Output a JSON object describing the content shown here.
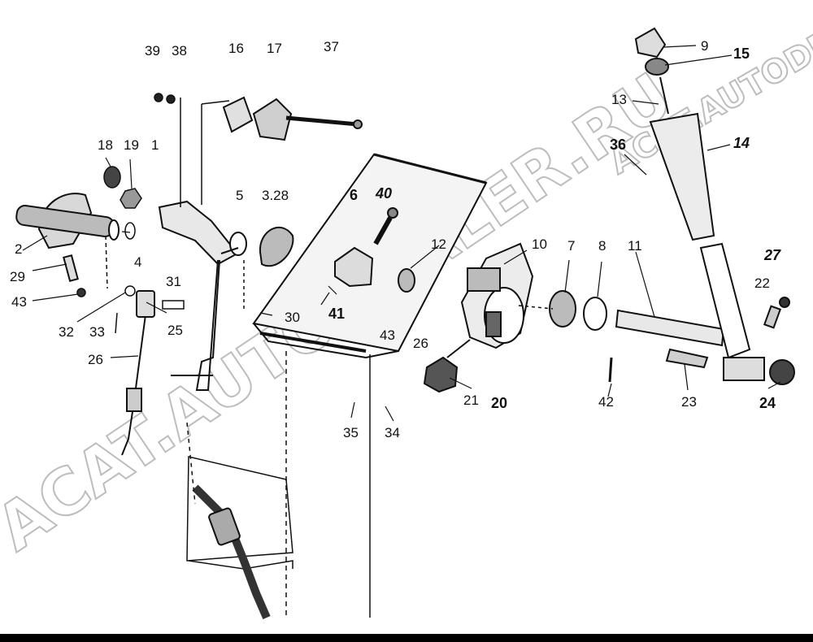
{
  "watermark": {
    "main": "ACAT.AUTODEALER.RU",
    "corner": "ACAT.AUTODEALER.RU"
  },
  "callouts": [
    {
      "id": "c39",
      "text": "39"
    },
    {
      "id": "c38",
      "text": "38"
    },
    {
      "id": "c16",
      "text": "16"
    },
    {
      "id": "c17",
      "text": "17"
    },
    {
      "id": "c37",
      "text": "37"
    },
    {
      "id": "c9",
      "text": "9"
    },
    {
      "id": "c15",
      "text": "15"
    },
    {
      "id": "c13",
      "text": "13"
    },
    {
      "id": "c14",
      "text": "14"
    },
    {
      "id": "c36",
      "text": "36"
    },
    {
      "id": "c18",
      "text": "18"
    },
    {
      "id": "c19",
      "text": "19"
    },
    {
      "id": "c1",
      "text": "1"
    },
    {
      "id": "c5",
      "text": "5"
    },
    {
      "id": "c328",
      "text": "3.28"
    },
    {
      "id": "c6",
      "text": "6"
    },
    {
      "id": "c40",
      "text": "40"
    },
    {
      "id": "c2",
      "text": "2"
    },
    {
      "id": "c4",
      "text": "4"
    },
    {
      "id": "c29",
      "text": "29"
    },
    {
      "id": "c12",
      "text": "12"
    },
    {
      "id": "c10",
      "text": "10"
    },
    {
      "id": "c7",
      "text": "7"
    },
    {
      "id": "c8",
      "text": "8"
    },
    {
      "id": "c11",
      "text": "11"
    },
    {
      "id": "c27",
      "text": "27"
    },
    {
      "id": "c22",
      "text": "22"
    },
    {
      "id": "c43a",
      "text": "43"
    },
    {
      "id": "c31",
      "text": "31"
    },
    {
      "id": "c32",
      "text": "32"
    },
    {
      "id": "c33",
      "text": "33"
    },
    {
      "id": "c25",
      "text": "25"
    },
    {
      "id": "c30",
      "text": "30"
    },
    {
      "id": "c41",
      "text": "41"
    },
    {
      "id": "c43b",
      "text": "43"
    },
    {
      "id": "c26a",
      "text": "26"
    },
    {
      "id": "c26b",
      "text": "26"
    },
    {
      "id": "c21",
      "text": "21"
    },
    {
      "id": "c20",
      "text": "20"
    },
    {
      "id": "c42",
      "text": "42"
    },
    {
      "id": "c23",
      "text": "23"
    },
    {
      "id": "c24",
      "text": "24"
    },
    {
      "id": "c35",
      "text": "35"
    },
    {
      "id": "c34",
      "text": "34"
    }
  ]
}
